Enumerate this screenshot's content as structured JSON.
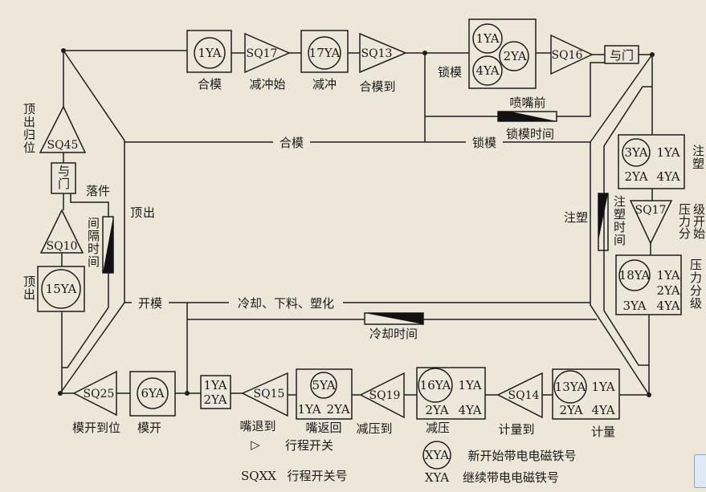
{
  "colors": {
    "background": "#ece7d9",
    "ink": "#1e1e1e"
  },
  "top_row": {
    "mold_close": {
      "coil": "1YA",
      "caption": "合模"
    },
    "sq17_a": {
      "switch": "SQ17",
      "caption": "减冲始"
    },
    "cushion": {
      "coil": "17YA",
      "caption": "减冲"
    },
    "sq13": {
      "switch": "SQ13",
      "caption": "合模到"
    },
    "lock_label": "锁模",
    "lock": {
      "coils": [
        "1YA",
        "2YA",
        "4YA"
      ]
    },
    "sq16": {
      "switch": "SQ16"
    },
    "and_gate": "与门",
    "nozzle_forward": "喷嘴前",
    "lock_timer": "锁模时间"
  },
  "mid_lines": {
    "close_label": "合模",
    "lock_label": "锁模",
    "open_label": "开模",
    "cool_label": "冷却、下料、塑化",
    "cool_timer": "冷却时间",
    "eject_label": "顶出"
  },
  "left_col": {
    "sq45": {
      "switch": "SQ45",
      "caption": "顶出归位"
    },
    "and_gate": "与门",
    "drop_label": "落件",
    "interval_timer": "间隔时间",
    "sq10": {
      "switch": "SQ10"
    },
    "eject": {
      "coil": "15YA",
      "caption": "顶出"
    }
  },
  "right_col": {
    "inject": {
      "new_coil": "3YA",
      "coils": [
        "1YA",
        "2YA",
        "4YA"
      ],
      "caption": "注塑"
    },
    "inject_side_label": "注塑",
    "inject_timer": "注塑时间",
    "sq17_b": {
      "switch": "SQ17",
      "caption": "压力分级开始"
    },
    "stage": {
      "new_coil": "18YA",
      "coils": [
        "1YA",
        "2YA",
        "3YA",
        "4YA"
      ],
      "caption": "压力分级"
    }
  },
  "bottom_row": {
    "meter": {
      "new_coil": "13YA",
      "coils": [
        "1YA",
        "2YA",
        "4YA"
      ],
      "caption": "计量"
    },
    "sq14": {
      "switch": "SQ14",
      "caption": "计量到"
    },
    "decompress": {
      "new_coil": "16YA",
      "coils": [
        "1YA",
        "2YA",
        "4YA"
      ],
      "caption": "减压"
    },
    "sq19": {
      "switch": "SQ19",
      "caption": "减压到"
    },
    "nozzle_back": {
      "new_coil": "5YA",
      "coils": [
        "1YA",
        "2YA"
      ],
      "caption": "嘴返回"
    },
    "sq15": {
      "switch": "SQ15",
      "caption": "嘴退到"
    },
    "hold": {
      "coils": [
        "1YA",
        "2YA"
      ]
    },
    "open": {
      "coil": "6YA",
      "caption": "模开"
    },
    "sq25": {
      "switch": "SQ25",
      "caption": "模开到位"
    }
  },
  "legend": {
    "switch_symbol": "▷",
    "switch_text": "行程开关",
    "switch_no_code": "SQXX",
    "switch_no_text": "行程开关号",
    "new_coil_code": "XYA",
    "new_coil_text": "新开始带电电磁铁号",
    "cont_coil_code": "XYA",
    "cont_coil_text": "继续带电电磁铁号"
  }
}
